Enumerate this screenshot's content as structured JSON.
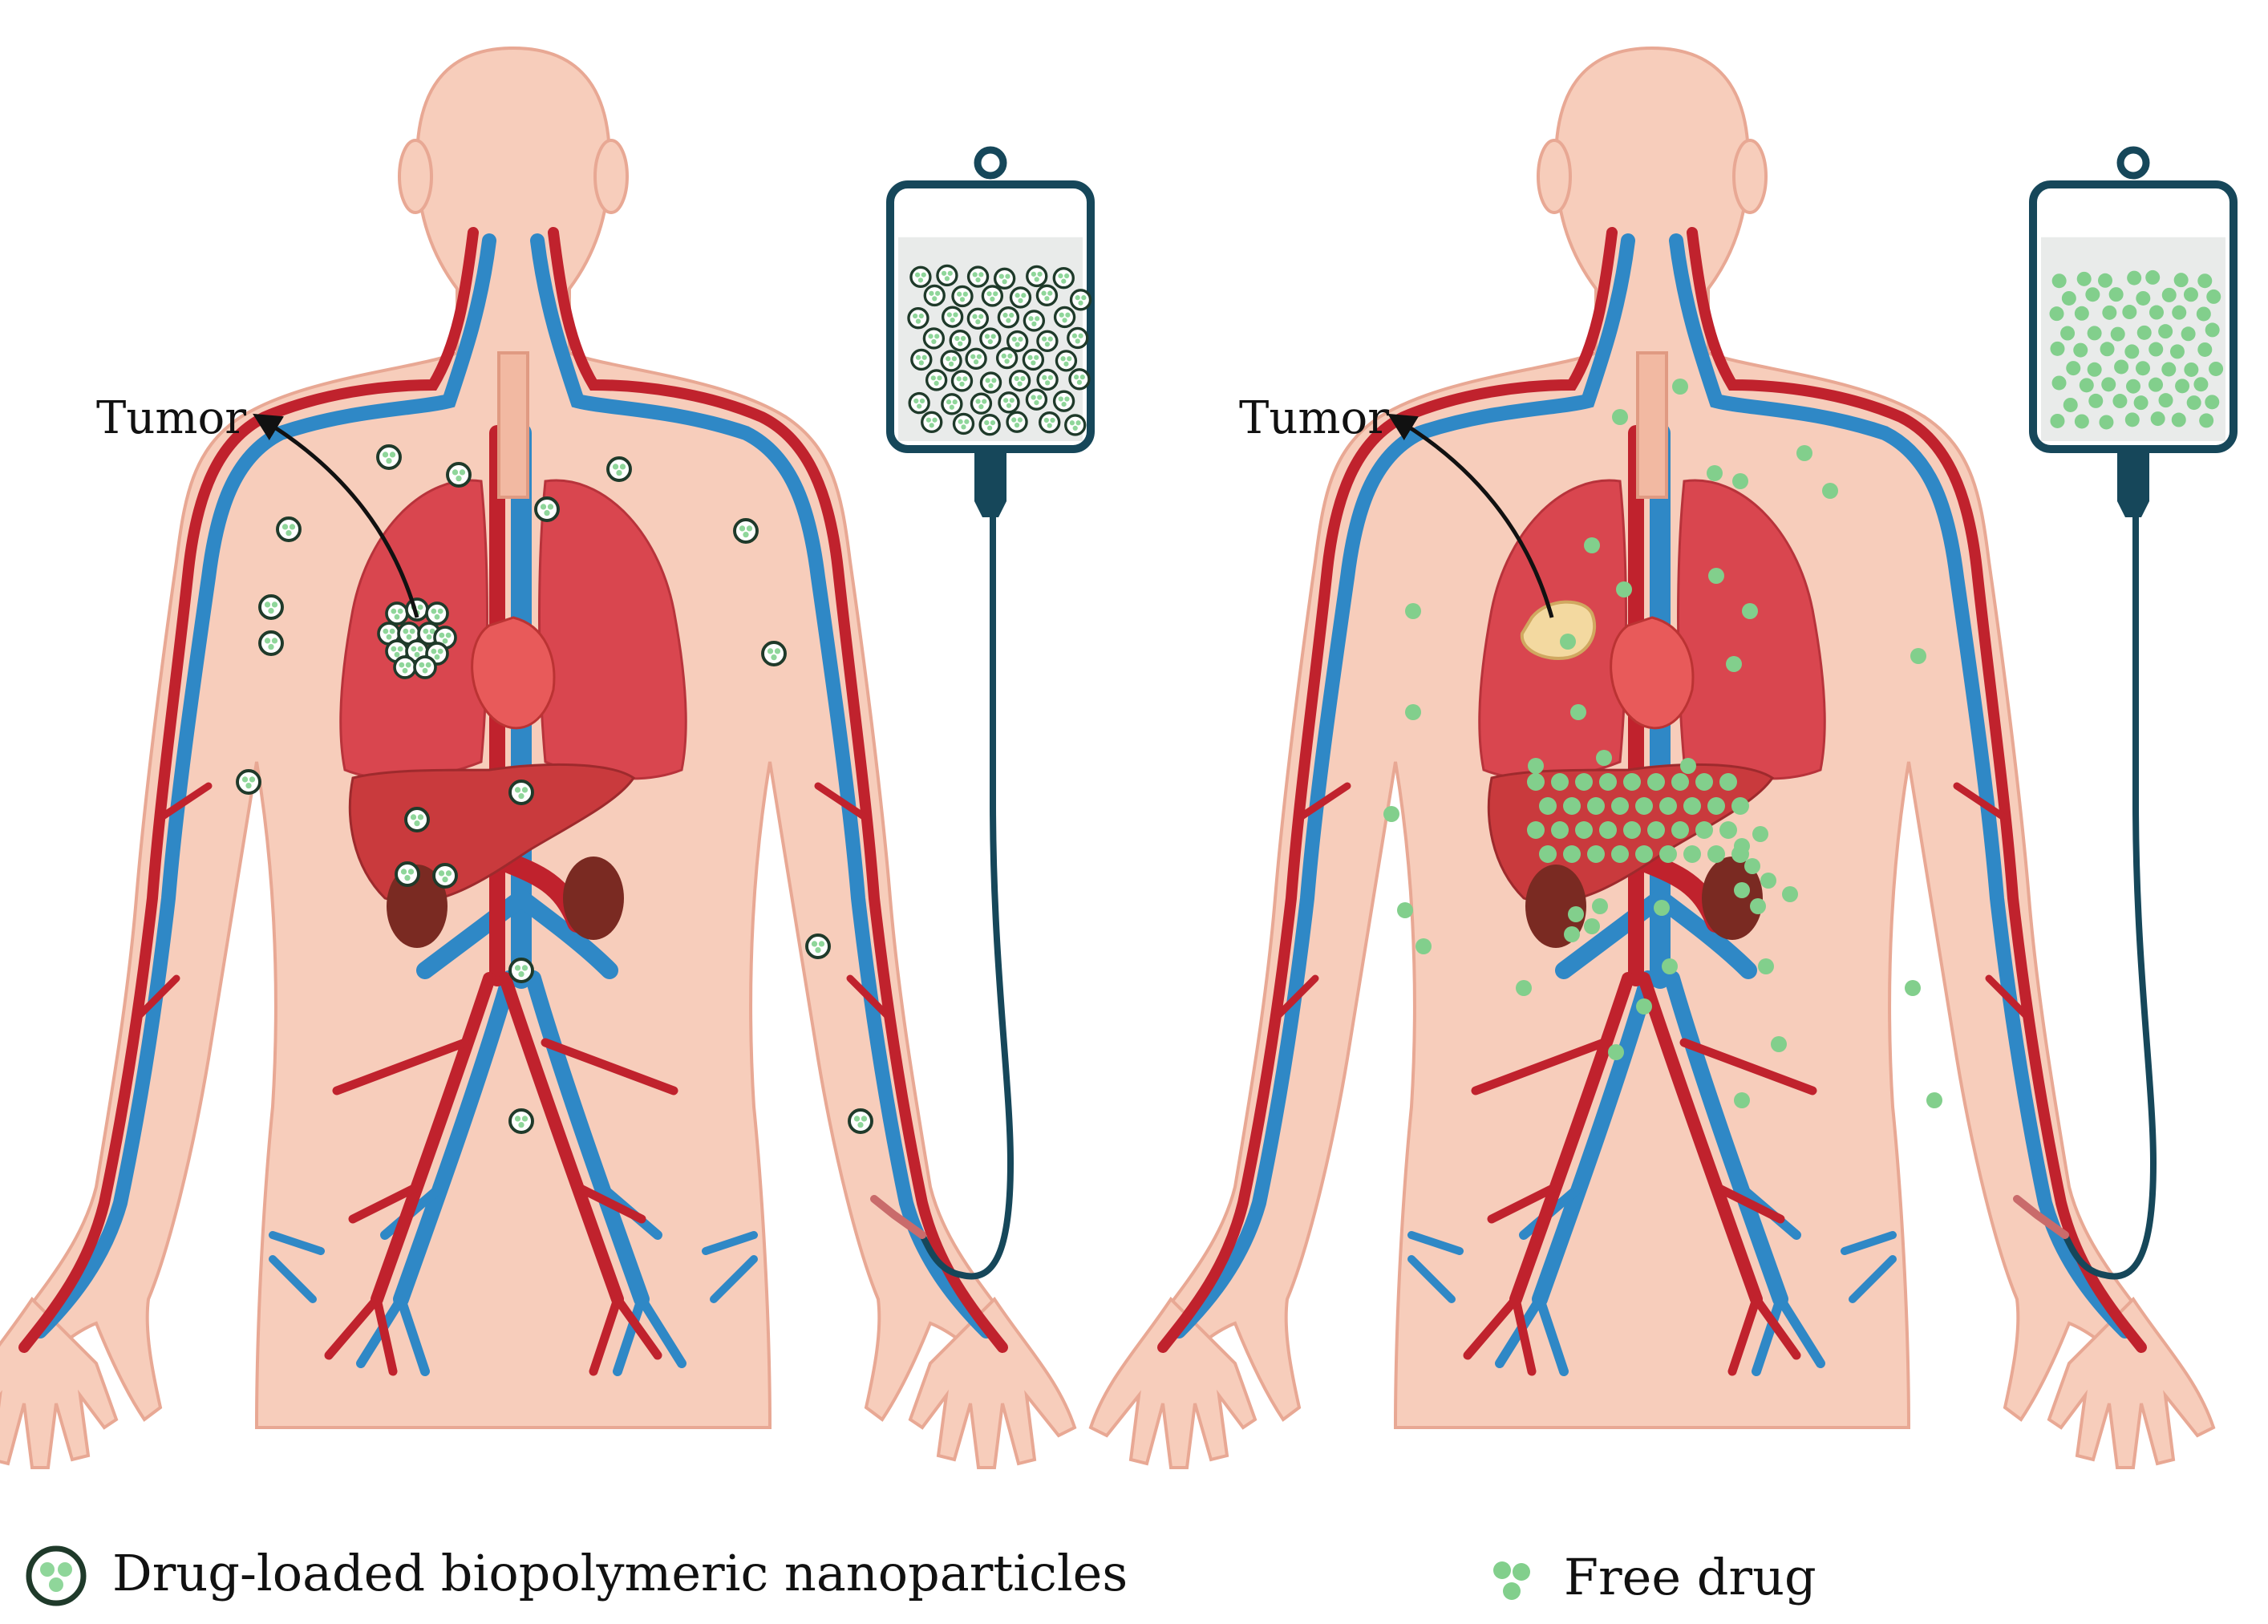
{
  "panels": [
    {
      "id": "nanoparticles",
      "tumor_label": "Tumor",
      "particle_style": "nanoparticle",
      "bag_fill_level": 0.82
    },
    {
      "id": "free-drug",
      "tumor_label": "Tumor",
      "particle_style": "free-drug",
      "bag_fill_level": 0.82
    }
  ],
  "legend": {
    "nanoparticle_label": "Drug-loaded biopolymeric nanoparticles",
    "free_drug_label": "Free drug"
  },
  "colors": {
    "skin": "#f7cdbb",
    "skin_outline": "#e8a894",
    "artery": "#c0222d",
    "vein": "#2f88c6",
    "lung": "#d9464f",
    "liver": "#c93a3d",
    "kidney": "#7a2a22",
    "iv_bag_frame": "#16475a",
    "iv_liquid": "#e9ebea",
    "nanoparticle_ring": "#1f3a2a",
    "nanoparticle_core": "#8fd69a",
    "free_drug": "#82cf8c",
    "tumor_free": "#f3d9a0"
  }
}
